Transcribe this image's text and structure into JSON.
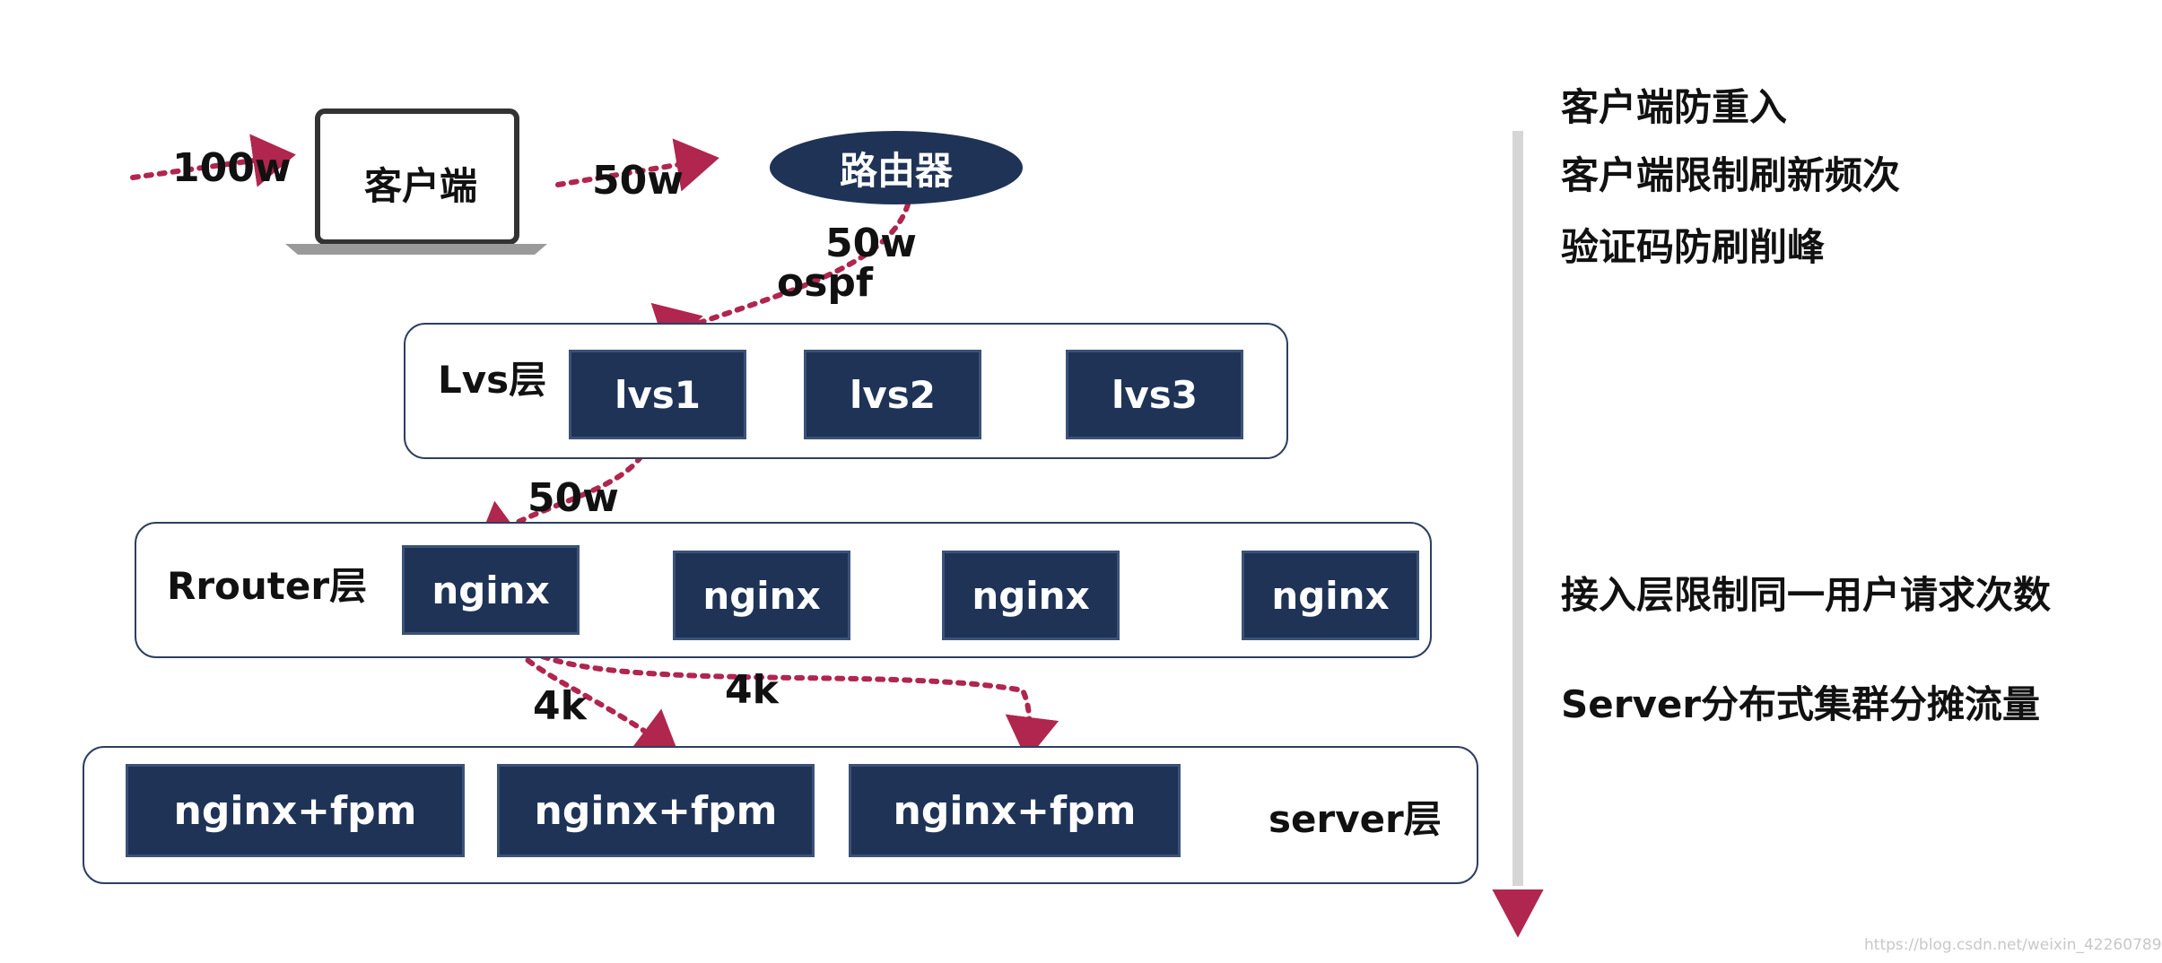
{
  "client": {
    "label": "客户端"
  },
  "router": {
    "label": "路由器"
  },
  "flows": {
    "to_client": "100w",
    "client_to_router": "50w",
    "router_to_lvs": "50w",
    "protocol": "ospf",
    "lvs_to_nginx": "50w",
    "nginx_to_server_1": "4k",
    "nginx_to_server_2": "4k"
  },
  "lvs_layer": {
    "label": "Lvs层",
    "nodes": [
      "lvs1",
      "lvs2",
      "lvs3"
    ]
  },
  "router_layer": {
    "label": "Rrouter层",
    "nodes": [
      "nginx",
      "nginx",
      "nginx",
      "nginx"
    ]
  },
  "server_layer": {
    "label": "server层",
    "nodes": [
      "nginx+fpm",
      "nginx+fpm",
      "nginx+fpm"
    ]
  },
  "notes": {
    "client_top": [
      "客户端防重入",
      "客户端限制刷新频次",
      "验证码防刷削峰"
    ],
    "access_layer": "接入层限制同一用户请求次数",
    "server": "Server分布式集群分摊流量"
  },
  "watermark": "https://blog.csdn.net/weixin_42260789",
  "colors": {
    "node": "#1f3357",
    "arrow": "#b0264e",
    "border": "#2d3f5f"
  }
}
